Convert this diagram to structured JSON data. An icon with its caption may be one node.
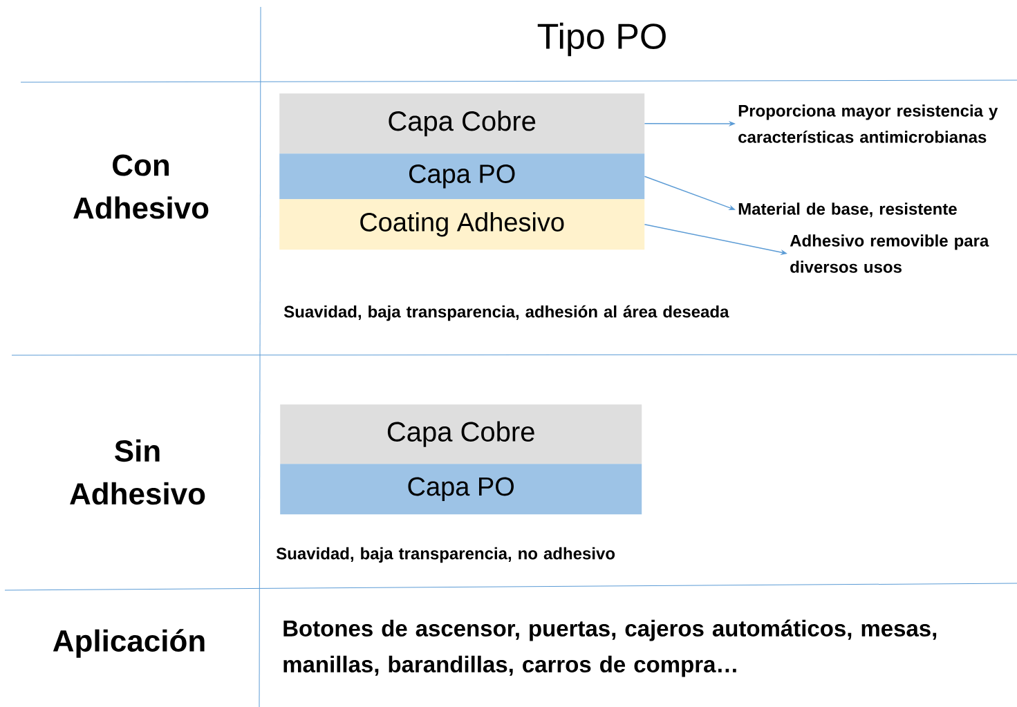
{
  "diagram": {
    "title": "Tipo PO",
    "nodes": [
      {
        "text": [
          "Capa Cobre"
        ]
      },
      {
        "text": [
          "Capa PO"
        ]
      },
      {
        "text": [
          "Coating Adhesivo"
        ]
      },
      {
        "text": [
          "Capa Cobre"
        ]
      },
      {
        "text": [
          "Capa PO"
        ]
      },
      {
        "text": [
          "Proporciona mayor resistencia y características antimicrobianas"
        ]
      },
      {
        "text": [
          "Material de base, resistente"
        ]
      },
      {
        "text": [
          "Adhesivo removible para diversos usos"
        ]
      }
    ],
    "edges": [
      {
        "from": 0,
        "to": 5,
        "arrow": "to"
      },
      {
        "from": 1,
        "to": 6,
        "arrow": "to"
      },
      {
        "from": 2,
        "to": 7,
        "arrow": "to"
      }
    ],
    "labels": [
      "Con Adhesivo",
      "Suavidad, baja transparencia, adhesión al área deseada",
      "Sin Adhesivo",
      "Suavidad, baja transparencia, no adhesivo",
      "Aplicación",
      "Botones de ascensor, puertas, cajeros automáticos, mesas, manillas, barandillas, carros de compra…"
    ]
  }
}
